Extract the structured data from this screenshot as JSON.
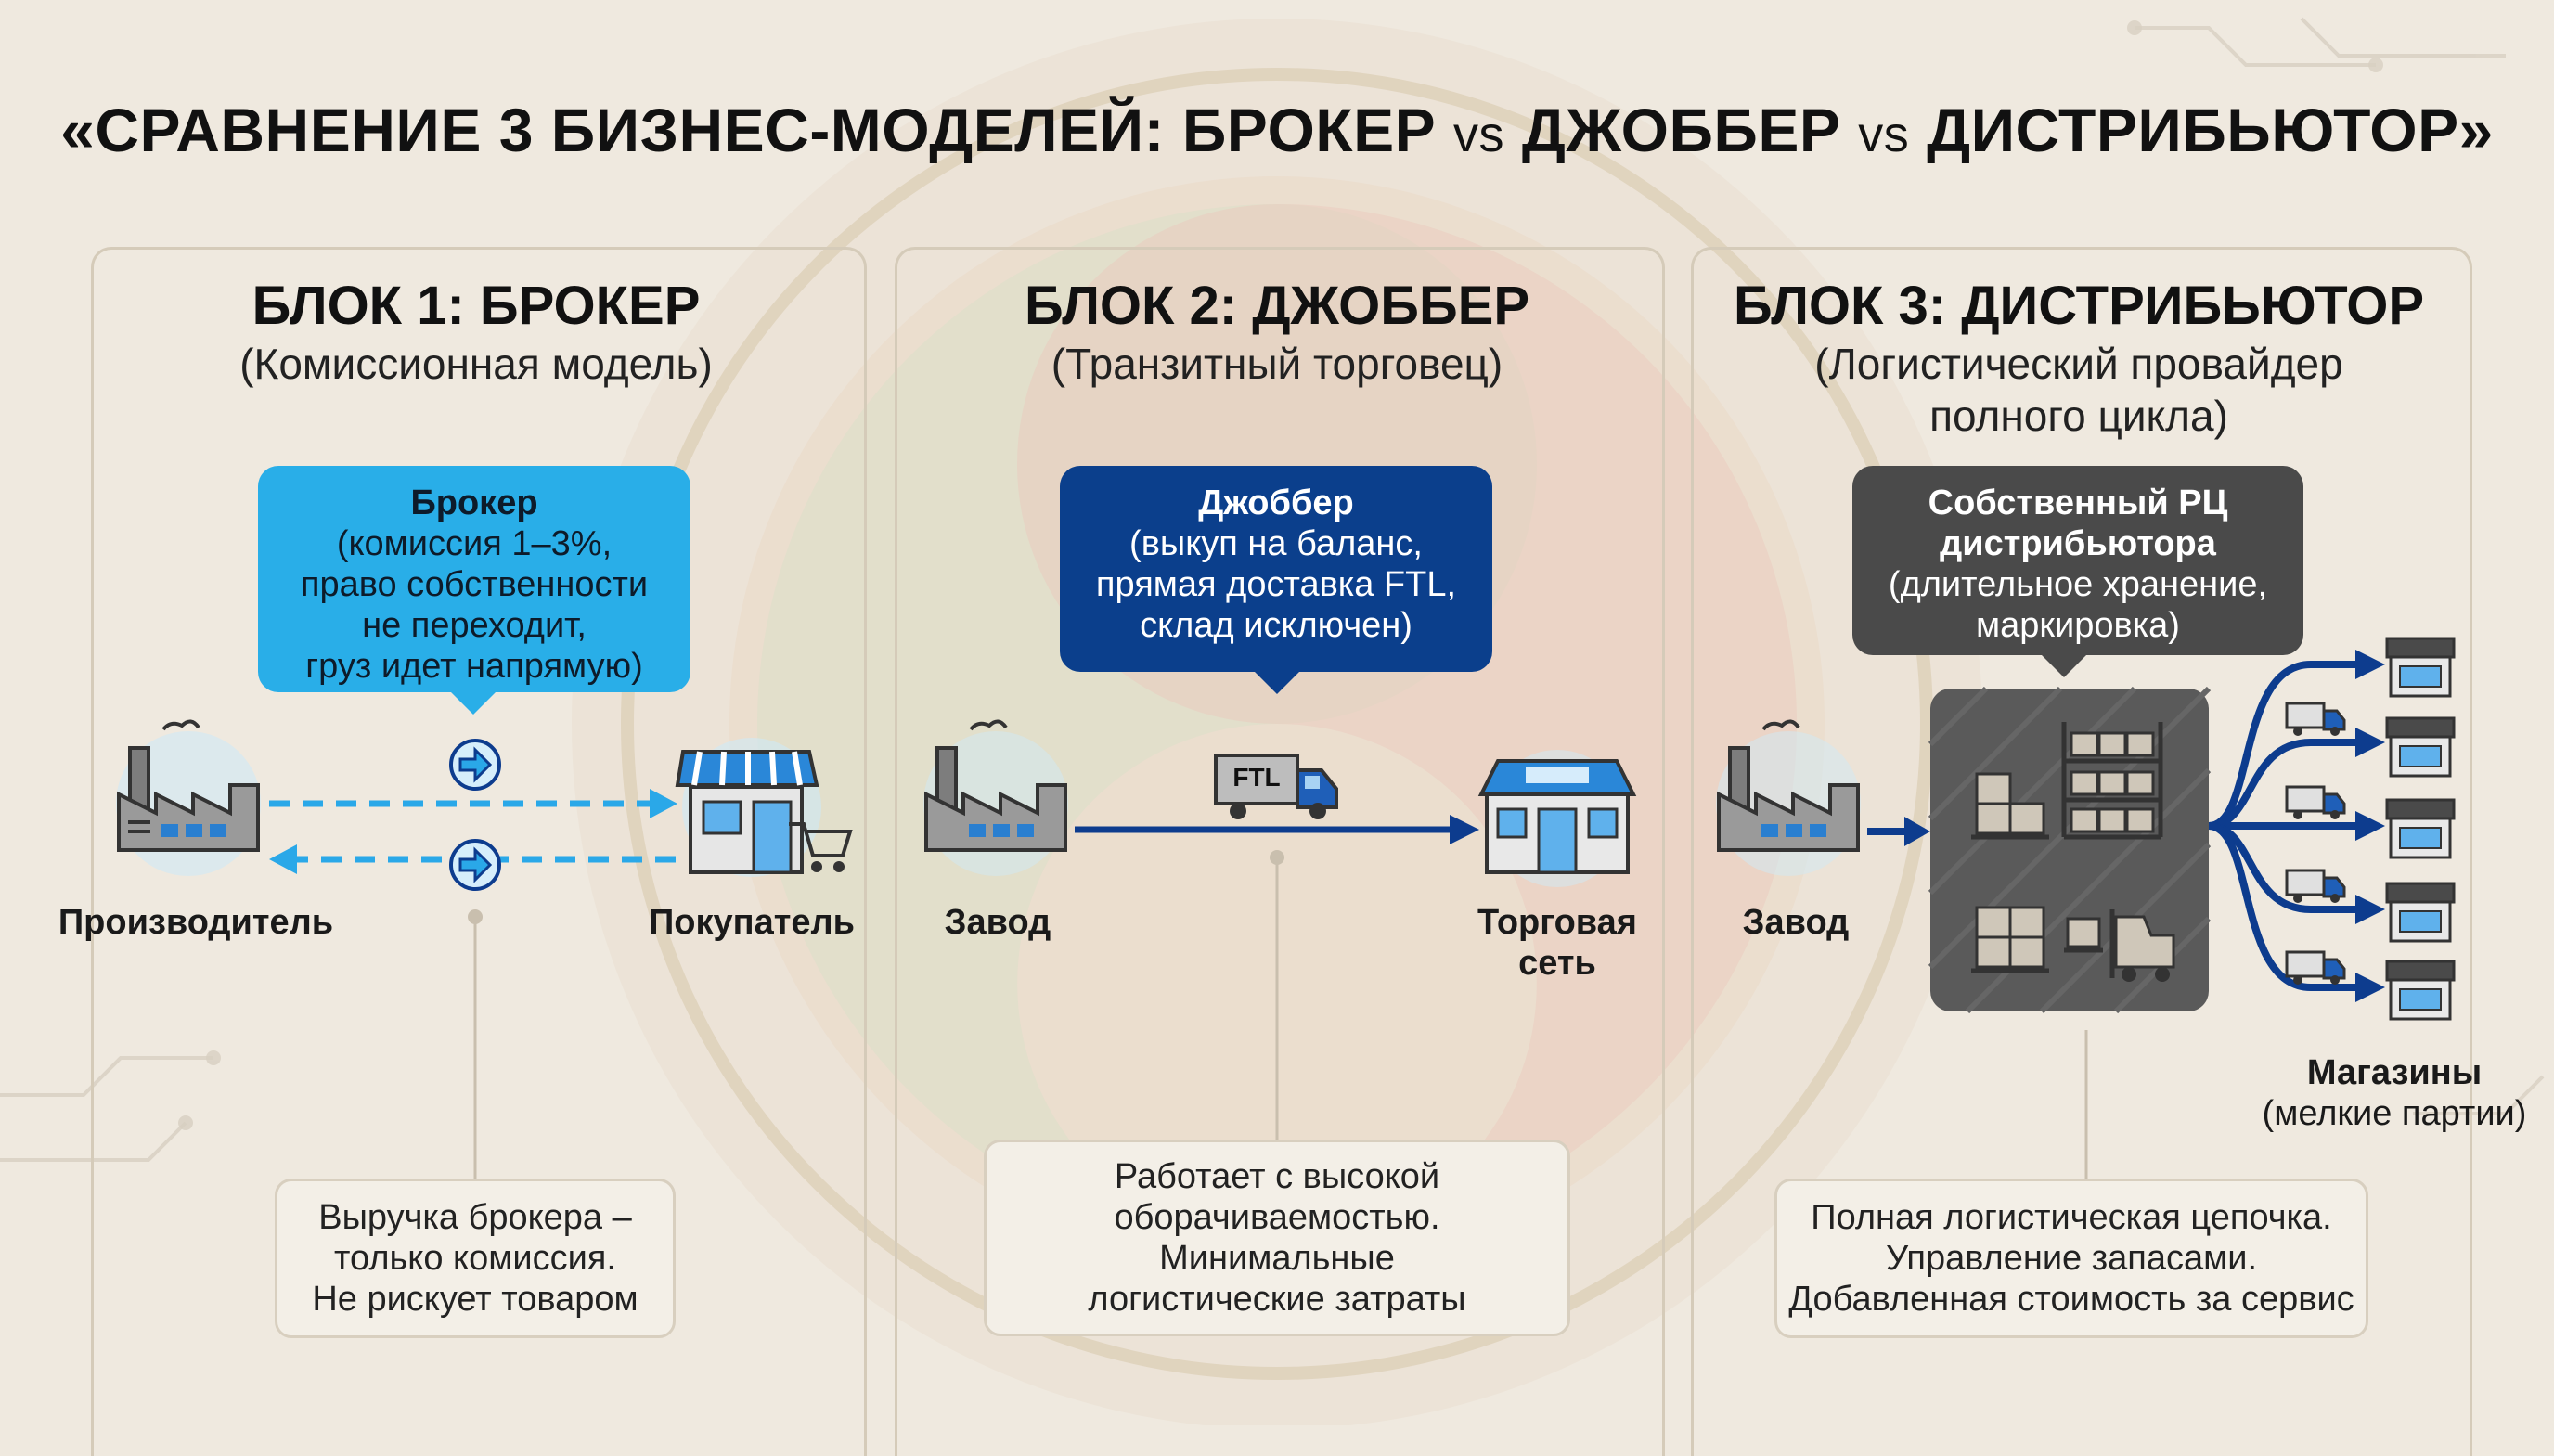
{
  "title": {
    "part1": "«СРАВНЕНИЕ 3 БИЗНЕС-МОДЕЛЕЙ: БРОКЕР",
    "vs1": "vs",
    "part2": "ДЖОББЕР",
    "vs2": "vs",
    "part3": "ДИСТРИБЬЮТОР»"
  },
  "block1": {
    "heading": "БЛОК 1: БРОКЕР",
    "subheading": "(Комиссионная модель)",
    "callout_title": "Брокер",
    "callout_lines": [
      "(комиссия 1–3%,",
      "право собственности",
      "не переходит,",
      "груз идет напрямую)"
    ],
    "left_label": "Производитель",
    "right_label": "Покупатель",
    "note_lines": [
      "Выручка брокера –",
      "только комиссия.",
      "Не рискует товаром"
    ]
  },
  "block2": {
    "heading": "БЛОК 2: ДЖОББЕР",
    "subheading": "(Транзитный торговец)",
    "callout_title": "Джоббер",
    "callout_lines": [
      "(выкуп на баланс,",
      "прямая доставка FTL,",
      "склад исключен)"
    ],
    "truck_label": "FTL",
    "left_label": "Завод",
    "right_label_lines": [
      "Торговая",
      "сеть"
    ],
    "note_lines": [
      "Работает с высокой",
      "оборачиваемостью.",
      "Минимальные",
      "логистические затраты"
    ]
  },
  "block3": {
    "heading": "БЛОК 3: ДИСТРИБЬЮТОР",
    "subheading_lines": [
      "(Логистический провайдер",
      "полного цикла)"
    ],
    "callout_title_lines": [
      "Собственный РЦ",
      "дистрибьютора"
    ],
    "callout_lines": [
      "(длительное хранение,",
      "маркировка)"
    ],
    "left_label": "Завод",
    "stores_label_lines": [
      "Магазины",
      "(мелкие партии)"
    ],
    "note_lines": [
      "Полная логистическая цепочка.",
      "Управление запасами.",
      "Добавленная стоимость за сервис"
    ]
  },
  "colors": {
    "broker_callout": "#29aee8",
    "jobber_callout": "#0b3f8c",
    "distributor_callout": "#4a4a4a",
    "arrow_blue": "#0d3c8e",
    "dash_blue": "#2aa8e8"
  }
}
